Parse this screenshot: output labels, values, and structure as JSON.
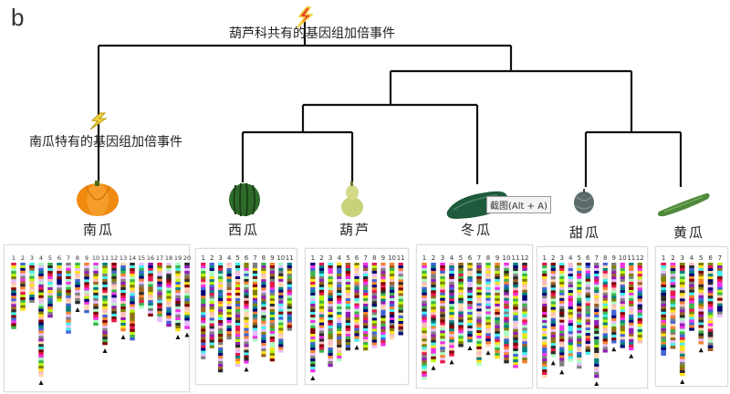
{
  "panel_letter": "b",
  "events": {
    "family_wgd": "葫芦科共有的基因组加倍事件",
    "pumpkin_wgd": "南瓜特有的基因组加倍事件"
  },
  "tooltip": "截图(Alt + A)",
  "colors": {
    "tree_line": "#111111",
    "lightning_fill": "#e8432b",
    "lightning_outline": "#f2d13b",
    "pumpkin": "#f08a10",
    "watermelon": "#2f6b2a",
    "gourd": "#c9d17a",
    "wax_gourd": "#1f5a3c",
    "melon": "#5c6b6c",
    "cucumber": "#4f8a3a",
    "chrom_palette": [
      "#e6194b",
      "#3cb44b",
      "#ffe119",
      "#4363d8",
      "#f58231",
      "#911eb4",
      "#46f0f0",
      "#f032e6",
      "#bcf60c",
      "#fabebe",
      "#008080",
      "#e6beff",
      "#9a6324",
      "#800000",
      "#aaffc3",
      "#808000",
      "#ffd8b1",
      "#000075",
      "#808080",
      "#2b2b2b"
    ]
  },
  "species": [
    {
      "id": "pumpkin",
      "label": "南瓜",
      "icon": "pumpkin-icon",
      "chromosomes": [
        "1",
        "2",
        "3",
        "4",
        "5",
        "6",
        "7",
        "8",
        "9",
        "10",
        "11",
        "12",
        "13",
        "14",
        "15",
        "16",
        "17",
        "18",
        "19",
        "20"
      ],
      "lengths": [
        0.58,
        0.42,
        0.35,
        1.0,
        0.48,
        0.34,
        0.62,
        0.36,
        0.44,
        0.55,
        0.72,
        0.52,
        0.6,
        0.68,
        0.4,
        0.47,
        0.52,
        0.56,
        0.6,
        0.58
      ],
      "markers": [
        3,
        7,
        10,
        12,
        18,
        19
      ]
    },
    {
      "id": "watermelon",
      "label": "西瓜",
      "icon": "watermelon-icon",
      "chromosomes": [
        "1",
        "2",
        "3",
        "4",
        "5",
        "6",
        "7",
        "8",
        "9",
        "10",
        "11"
      ],
      "lengths": [
        0.88,
        0.78,
        1.0,
        0.7,
        0.95,
        0.92,
        0.72,
        0.86,
        0.9,
        0.82,
        0.62
      ],
      "markers": [
        5
      ]
    },
    {
      "id": "gourd",
      "label": "葫芦",
      "icon": "gourd-icon",
      "chromosomes": [
        "1",
        "2",
        "3",
        "4",
        "5",
        "6",
        "7",
        "8",
        "9",
        "10",
        "11"
      ],
      "lengths": [
        1.0,
        0.82,
        0.95,
        0.9,
        0.8,
        0.72,
        0.8,
        0.78,
        0.76,
        0.7,
        0.66
      ],
      "markers": [
        0,
        5
      ]
    },
    {
      "id": "wax_gourd",
      "label": "冬瓜",
      "icon": "wax-gourd-icon",
      "chromosomes": [
        "1",
        "2",
        "3",
        "4",
        "5",
        "6",
        "7",
        "8",
        "9",
        "10",
        "11",
        "12"
      ],
      "lengths": [
        1.0,
        0.85,
        0.86,
        0.8,
        0.72,
        0.68,
        0.88,
        0.72,
        0.82,
        0.86,
        0.9,
        0.86
      ],
      "markers": [
        1,
        3,
        5,
        7
      ]
    },
    {
      "id": "melon",
      "label": "甜瓜",
      "icon": "melon-icon",
      "chromosomes": [
        "1",
        "2",
        "3",
        "4",
        "5",
        "6",
        "7",
        "8",
        "9",
        "10",
        "11",
        "12"
      ],
      "lengths": [
        1.0,
        0.82,
        0.9,
        0.86,
        0.92,
        0.8,
        1.0,
        0.78,
        0.7,
        0.74,
        0.76,
        0.7
      ],
      "markers": [
        1,
        2,
        6,
        8,
        10
      ]
    },
    {
      "id": "cucumber",
      "label": "黄瓜",
      "icon": "cucumber-icon",
      "chromosomes": [
        "1",
        "2",
        "3",
        "4",
        "5",
        "6",
        "7"
      ],
      "lengths": [
        0.82,
        0.76,
        1.0,
        0.6,
        0.72,
        0.78,
        0.48
      ],
      "markers": [
        2,
        4
      ]
    }
  ]
}
